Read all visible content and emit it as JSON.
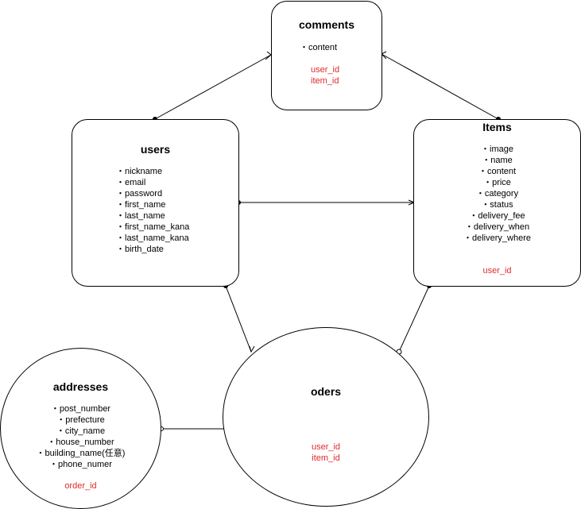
{
  "diagram": {
    "comments": {
      "title": "comments",
      "fields": [
        "・content"
      ],
      "foreign_keys": [
        "user_id",
        "item_id"
      ]
    },
    "users": {
      "title": "users",
      "fields": [
        "・nickname",
        "・email",
        "・password",
        "・first_name",
        "・last_name",
        "・first_name_kana",
        "・last_name_kana",
        "・birth_date"
      ],
      "foreign_keys": []
    },
    "items": {
      "title": "Items",
      "fields": [
        "・image",
        "・name",
        "・content",
        "・price",
        "・category",
        "・status",
        "・delivery_fee",
        "・delivery_when",
        "・delivery_where"
      ],
      "foreign_keys": [
        "user_id"
      ]
    },
    "addresses": {
      "title": "addresses",
      "fields": [
        "・post_number",
        "・prefecture",
        "・city_name",
        "・house_number",
        "・building_name(任意)",
        "・phone_numer"
      ],
      "foreign_keys": [
        "order_id"
      ]
    },
    "oders": {
      "title": "oders",
      "fields": [],
      "foreign_keys": [
        "user_id",
        "item_id"
      ]
    },
    "colors": {
      "line": "#000000",
      "foreign_key_text": "#e22a2a",
      "background": "#ffffff"
    }
  }
}
